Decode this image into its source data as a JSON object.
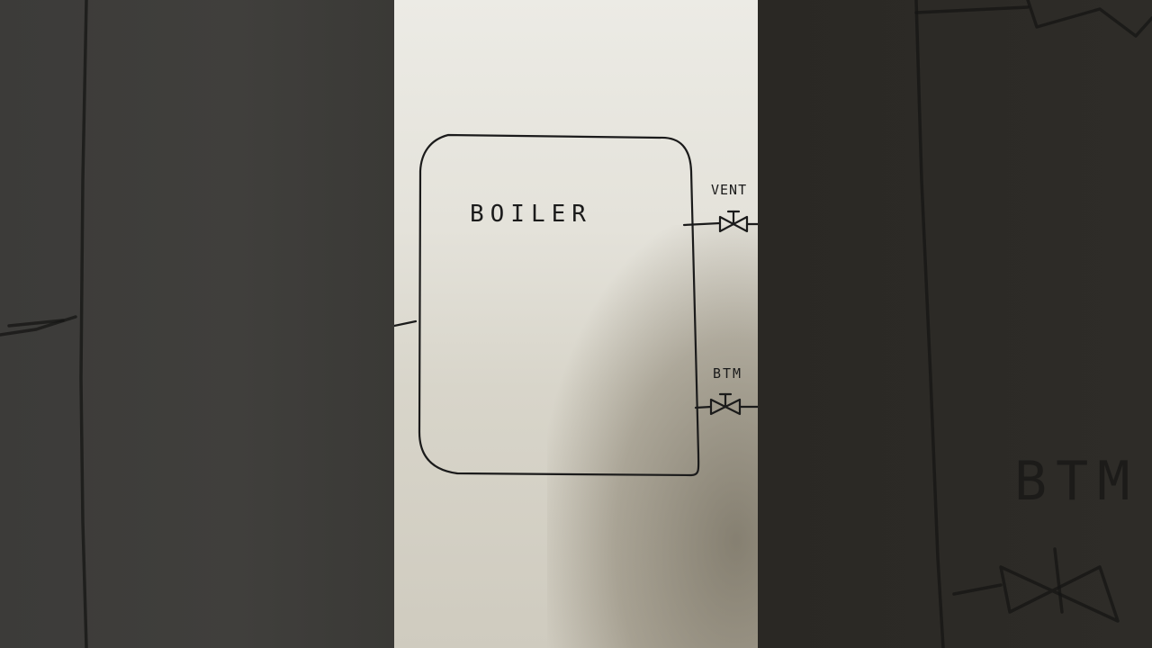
{
  "diagram": {
    "box_label": "BOILER",
    "valve_top_label": "VENT",
    "valve_bottom_label": "BTM"
  },
  "colors": {
    "ink": "#1b1b1b",
    "paper": "#e8e6df",
    "background_dark": "#2e2c29"
  }
}
